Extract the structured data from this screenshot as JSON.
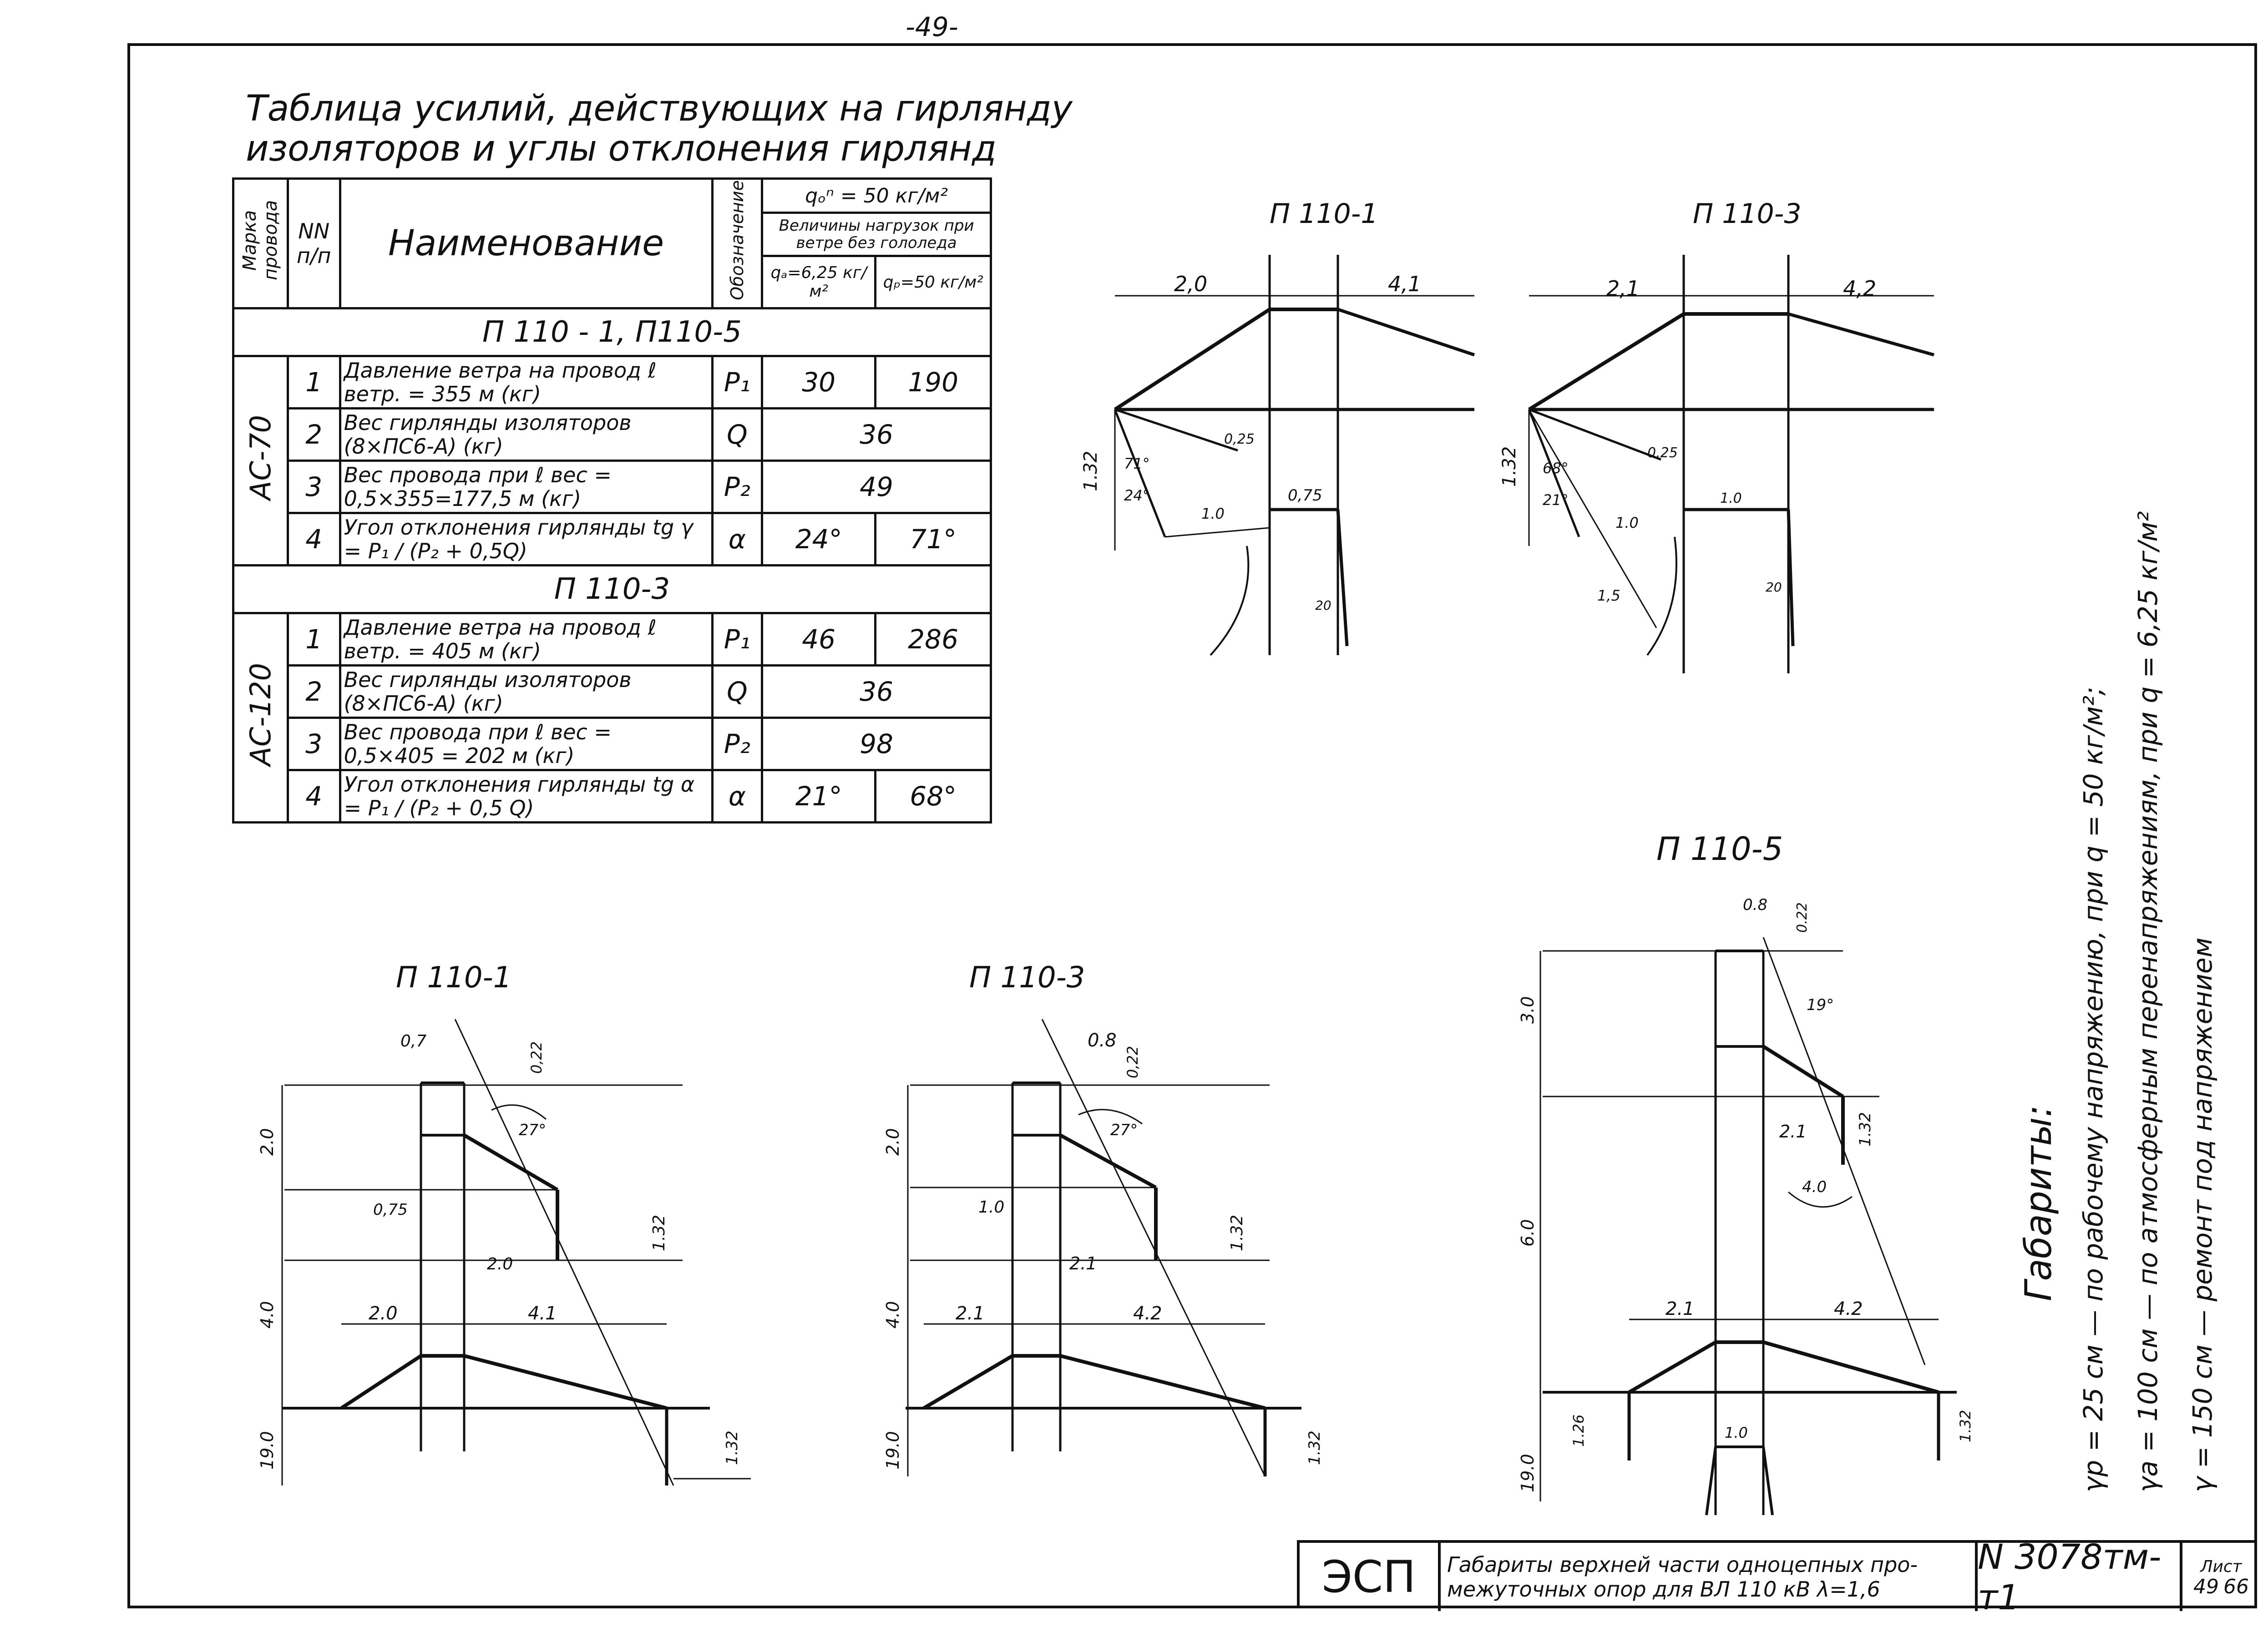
{
  "page_number": "-49-",
  "table": {
    "title_line1": "Таблица усилий, действующих на гирлянду",
    "title_line2": "изоляторов и углы отклонения гирлянд",
    "col_wire": "Марка провода",
    "col_num": "NN п/п",
    "col_name": "Наименование",
    "col_symbol": "Обозначение",
    "head_q0": "qₒⁿ = 50 кг/м²",
    "head_loads": "Величины нагрузок при ветре без гололеда",
    "head_qa": "qₐ=6,25 кг/м²",
    "head_qp": "qₚ=50 кг/м²",
    "section1": "П 110 - 1, П110-5",
    "wire1": "АС-70",
    "rows1": [
      {
        "n": "1",
        "name": "Давление ветра на провод ℓ ветр. = 355 м (кг)",
        "sym": "P₁",
        "a": "30",
        "b": "190",
        "merged": ""
      },
      {
        "n": "2",
        "name": "Вес гирлянды изоляторов (8×ПС6-А) (кг)",
        "sym": "Q",
        "a": "",
        "b": "",
        "merged": "36"
      },
      {
        "n": "3",
        "name": "Вес провода при ℓ вес = 0,5×355=177,5 м (кг)",
        "sym": "P₂",
        "a": "",
        "b": "",
        "merged": "49"
      },
      {
        "n": "4",
        "name": "Угол отклонения гирлянды tg γ = P₁ / (P₂ + 0,5Q)",
        "sym": "α",
        "a": "24°",
        "b": "71°",
        "merged": ""
      }
    ],
    "section2": "П 110-3",
    "wire2": "АС-120",
    "rows2": [
      {
        "n": "1",
        "name": "Давление ветра на провод ℓ ветр. = 405 м (кг)",
        "sym": "P₁",
        "a": "46",
        "b": "286",
        "merged": ""
      },
      {
        "n": "2",
        "name": "Вес гирлянды изоляторов (8×ПС6-А) (кг)",
        "sym": "Q",
        "a": "",
        "b": "",
        "merged": "36"
      },
      {
        "n": "3",
        "name": "Вес провода при ℓ вес = 0,5×405 = 202 м (кг)",
        "sym": "P₂",
        "a": "",
        "b": "",
        "merged": "98"
      },
      {
        "n": "4",
        "name": "Угол отклонения гирлянды tg α = P₁ / (P₂ + 0,5 Q)",
        "sym": "α",
        "a": "21°",
        "b": "68°",
        "merged": ""
      }
    ]
  },
  "drawings": {
    "top1": {
      "title": "П 110-1",
      "d_left": "2,0",
      "d_right": "4,1",
      "h": "1.32",
      "a1": "71°",
      "a2": "24°",
      "r1": "0,25",
      "r2": "1.0",
      "c1": "0,75",
      "z": "20"
    },
    "top3": {
      "title": "П 110-3",
      "d_left": "2,1",
      "d_right": "4,2",
      "h": "1.32",
      "a1": "68°",
      "a2": "21°",
      "r1": "0,25",
      "r2": "1.0",
      "r3": "1,5",
      "c1": "1.0",
      "z": "20"
    },
    "b1": {
      "title": "П 110-1",
      "v1": "2.0",
      "v2": "4.0",
      "v3": "19.0",
      "w1": "0,7",
      "w2": "0,22",
      "ang": "27°",
      "w3": "0,75",
      "w4": "2.0",
      "h": "1.32",
      "d_left": "2.0",
      "d_right": "4.1",
      "h2": "1.32"
    },
    "b3": {
      "title": "П 110-3",
      "v1": "2.0",
      "v2": "4.0",
      "v3": "19.0",
      "w1": "0.8",
      "w2": "0,22",
      "ang": "27°",
      "w3": "1.0",
      "w4": "2.1",
      "h": "1.32",
      "d_left": "2.1",
      "d_right": "4.2",
      "h2": "1.32"
    },
    "b5": {
      "title": "П 110-5",
      "v1": "3.0",
      "v2": "6.0",
      "v3": "19.0",
      "w1": "0.8",
      "w2": "0.22",
      "ang": "19°",
      "w4": "2.1",
      "r": "4.0",
      "h": "1.32",
      "d_left": "2.1",
      "d_right": "4.2",
      "h2": "1.26",
      "h3": "1.32",
      "c1": "1.0"
    }
  },
  "gabarity": {
    "title": "Габариты:",
    "line1": "γр = 25 см — по рабочему напряжению, при q = 50 кг/м²;",
    "line2": "γа = 100 см — по атмосферным перенапряжениям, при q = 6,25 кг/м²",
    "line3": "γ = 150 см — ремонт под напряжением"
  },
  "stamp": {
    "org": "ЭСП",
    "desc_line1": "Габариты верхней части одноцепных про-",
    "desc_line2": "межуточных опор для ВЛ 110 кВ λ=1,6",
    "doc": "N 3078тм-т1",
    "sheet_label": "Лист",
    "sheet": "49",
    "total": "66"
  }
}
